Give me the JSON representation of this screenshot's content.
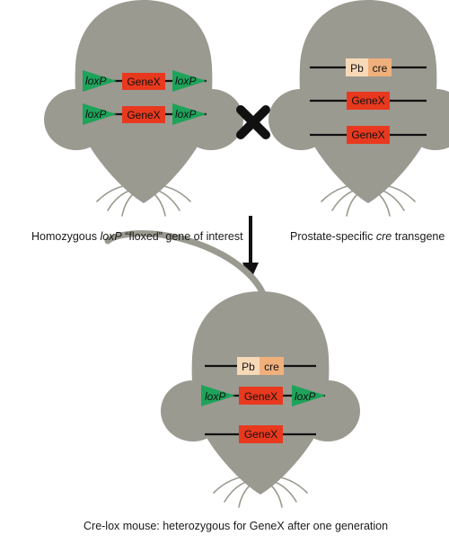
{
  "colors": {
    "mouse_body": "#9b9a91",
    "loxp_triangle": "#1ea35a",
    "gene_box": "#e8391f",
    "pb_box": "#f7d9b8",
    "cre_box": "#f0b07c",
    "dna_line": "#111111"
  },
  "labels": {
    "loxp": "loxP",
    "genex": "GeneX",
    "pb": "Pb",
    "cre": "cre"
  },
  "captions": {
    "left": {
      "before": "Homozygous ",
      "italic": "loxP",
      "after": " “floxed” gene of interest"
    },
    "right": {
      "before": "Prostate-specific ",
      "italic": "cre",
      "after": " transgene"
    },
    "bottom": "Cre-lox mouse: heterozygous for GeneX after one generation"
  },
  "icons": {
    "cross": "cross-icon",
    "arrow": "down-arrow-icon"
  }
}
